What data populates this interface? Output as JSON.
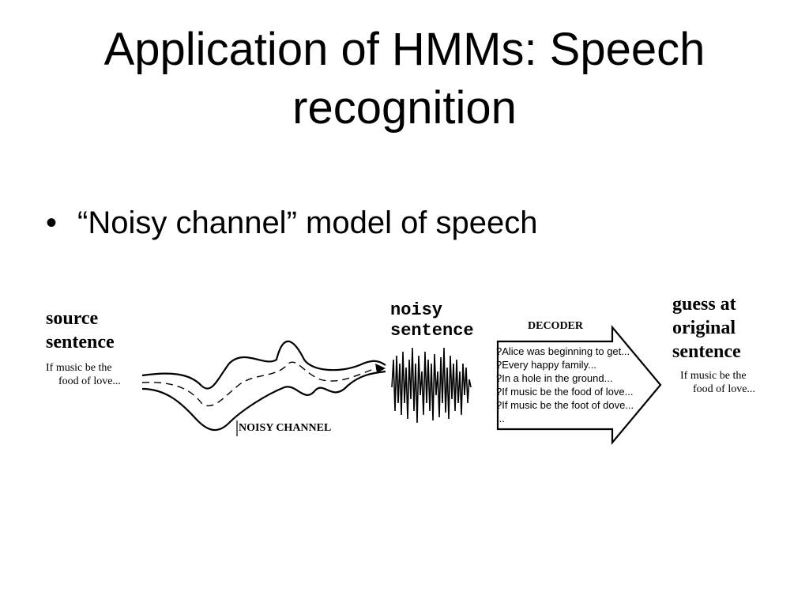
{
  "slide": {
    "title_line1": "Application of HMMs: Speech",
    "title_line2": "recognition",
    "bullet_marker": "•",
    "bullet_text": "“Noisy channel” model of speech"
  },
  "diagram": {
    "source_label_line1": "source",
    "source_label_line2": "sentence",
    "source_text_line1": "If music be the",
    "source_text_line2": "food of love...",
    "channel_label": "NOISY CHANNEL",
    "noisy_label_line1": "noisy",
    "noisy_label_line2": "sentence",
    "decoder_label": "DECODER",
    "hypotheses": [
      "?Alice was beginning to get...",
      "?Every happy family...",
      "?In a hole in the ground...",
      "?If music be the food of love...",
      "?If music be the foot of dove...",
      "..."
    ],
    "guess_label_line1": "guess at",
    "guess_label_line2": "original",
    "guess_label_line3": "sentence",
    "guess_text_line1": "If music be the",
    "guess_text_line2": "food of love..."
  }
}
